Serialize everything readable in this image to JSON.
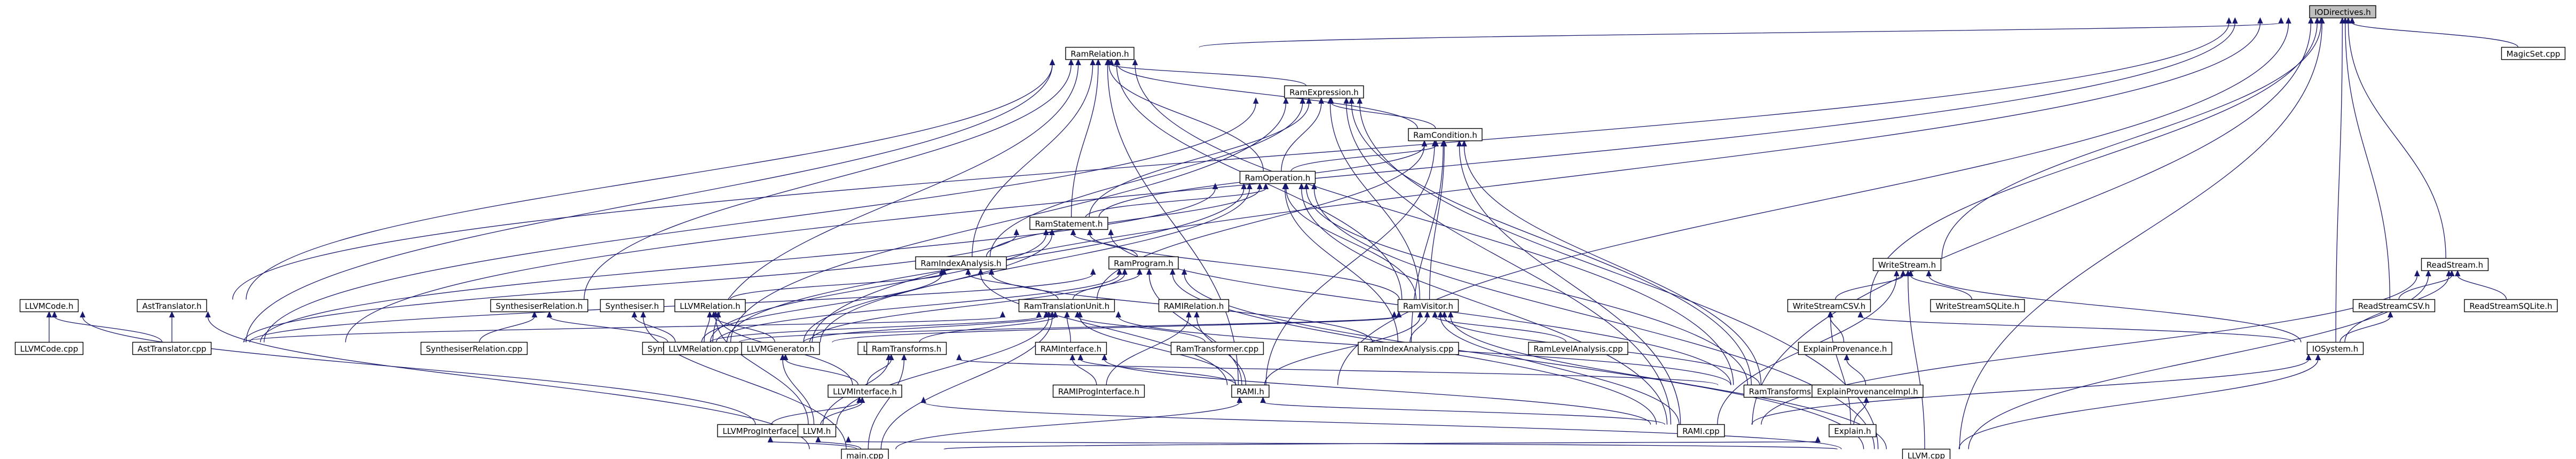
{
  "graph": {
    "nodes": [
      {
        "id": "io",
        "label": "IODirectives.h",
        "root": true
      },
      {
        "id": "ramrel",
        "label": "RamRelation.h"
      },
      {
        "id": "magicset",
        "label": "MagicSet.cpp"
      },
      {
        "id": "ramexpr",
        "label": "RamExpression.h"
      },
      {
        "id": "ramcond",
        "label": "RamCondition.h"
      },
      {
        "id": "ramop",
        "label": "RamOperation.h"
      },
      {
        "id": "ramstmt",
        "label": "RamStatement.h"
      },
      {
        "id": "ramidx",
        "label": "RamIndexAnalysis.h"
      },
      {
        "id": "ramprog",
        "label": "RamProgram.h"
      },
      {
        "id": "ramvisitor",
        "label": "RamVisitor.h"
      },
      {
        "id": "ramtu",
        "label": "RamTranslationUnit.h"
      },
      {
        "id": "rammrel",
        "label": "RAMIRelation.h"
      },
      {
        "id": "llvmcode",
        "label": "LLVMCode.h"
      },
      {
        "id": "llvmcodecpp",
        "label": "LLVMCode.cpp"
      },
      {
        "id": "asttrans",
        "label": "AstTranslator.h"
      },
      {
        "id": "asttranscpp",
        "label": "AstTranslator.cpp"
      },
      {
        "id": "synthrel",
        "label": "SynthesiserRelation.h"
      },
      {
        "id": "synthrelcpp",
        "label": "SynthesiserRelation.cpp"
      },
      {
        "id": "synth",
        "label": "Synthesiser.h"
      },
      {
        "id": "synthcpp",
        "label": "Synthesiser.cpp"
      },
      {
        "id": "llvmrel",
        "label": "LLVMRelation.h"
      },
      {
        "id": "llvmrelcpp",
        "label": "LLVMRelation.cpp"
      },
      {
        "id": "llvmgen",
        "label": "LLVMGenerator.h"
      },
      {
        "id": "llvmctx",
        "label": "LLVMContext.h"
      },
      {
        "id": "llvmiface",
        "label": "LLVMInterface.h"
      },
      {
        "id": "llvmprog",
        "label": "LLVMProgInterface.h"
      },
      {
        "id": "llvmh",
        "label": "LLVM.h"
      },
      {
        "id": "maincpp",
        "label": "main.cpp"
      },
      {
        "id": "llvmcpp",
        "label": "LLVM.cpp"
      },
      {
        "id": "ramtransforms",
        "label": "RamTransforms.h"
      },
      {
        "id": "ramtransformer",
        "label": "RamTransformer.cpp"
      },
      {
        "id": "ramiface",
        "label": "RAMInterface.h"
      },
      {
        "id": "ramproginterface",
        "label": "RAMIProgInterface.h"
      },
      {
        "id": "ramh",
        "label": "RAMI.h"
      },
      {
        "id": "ramcpp",
        "label": "RAMI.cpp"
      },
      {
        "id": "ramidxcpp",
        "label": "RamIndexAnalysis.cpp"
      },
      {
        "id": "ramlevel",
        "label": "RamLevelAnalysis.cpp"
      },
      {
        "id": "ramtranscpp",
        "label": "RamTransforms.cpp"
      },
      {
        "id": "write",
        "label": "WriteStream.h"
      },
      {
        "id": "writecsv",
        "label": "WriteStreamCSV.h"
      },
      {
        "id": "writesql",
        "label": "WriteStreamSQLite.h"
      },
      {
        "id": "explprov",
        "label": "ExplainProvenance.h"
      },
      {
        "id": "explprovimpl",
        "label": "ExplainProvenanceImpl.h"
      },
      {
        "id": "explain",
        "label": "Explain.h"
      },
      {
        "id": "read",
        "label": "ReadStream.h"
      },
      {
        "id": "readcsv",
        "label": "ReadStreamCSV.h"
      },
      {
        "id": "readsql",
        "label": "ReadStreamSQLite.h"
      },
      {
        "id": "iosys",
        "label": "IOSystem.h"
      }
    ],
    "edges": [
      [
        "ramrel",
        "io"
      ],
      [
        "magicset",
        "io"
      ],
      [
        "llvmcode",
        "io"
      ],
      [
        "asttranscpp",
        "io"
      ],
      [
        "synthcpp",
        "io"
      ],
      [
        "ramh",
        "io"
      ],
      [
        "ramcpp",
        "io"
      ],
      [
        "llvmcpp",
        "io"
      ],
      [
        "write",
        "io"
      ],
      [
        "writecsv",
        "io"
      ],
      [
        "read",
        "io"
      ],
      [
        "readcsv",
        "io"
      ],
      [
        "iosys",
        "io"
      ],
      [
        "ramexpr",
        "ramrel"
      ],
      [
        "ramcond",
        "ramrel"
      ],
      [
        "ramop",
        "ramrel"
      ],
      [
        "ramstmt",
        "ramrel"
      ],
      [
        "ramidx",
        "ramrel"
      ],
      [
        "ramvisitor",
        "ramrel"
      ],
      [
        "asttrans",
        "ramrel"
      ],
      [
        "synthrel",
        "ramrel"
      ],
      [
        "synthcpp",
        "ramrel"
      ],
      [
        "asttranscpp",
        "ramrel"
      ],
      [
        "ramtranscpp",
        "ramrel"
      ],
      [
        "ramh",
        "ramrel"
      ],
      [
        "ramcond",
        "ramexpr"
      ],
      [
        "ramop",
        "ramexpr"
      ],
      [
        "ramstmt",
        "ramexpr"
      ],
      [
        "ramvisitor",
        "ramexpr"
      ],
      [
        "ramidx",
        "ramexpr"
      ],
      [
        "synthcpp",
        "ramexpr"
      ],
      [
        "asttranscpp",
        "ramexpr"
      ],
      [
        "ramcpp",
        "ramexpr"
      ],
      [
        "llvmcpp",
        "ramexpr"
      ],
      [
        "ramtranscpp",
        "ramexpr"
      ],
      [
        "ramop",
        "ramcond"
      ],
      [
        "ramstmt",
        "ramcond"
      ],
      [
        "ramvisitor",
        "ramcond"
      ],
      [
        "ramidxcpp",
        "ramcond"
      ],
      [
        "ramtu",
        "ramcond"
      ],
      [
        "ramh",
        "ramcond"
      ],
      [
        "ramcpp",
        "ramcond"
      ],
      [
        "ramtranscpp",
        "ramcond"
      ],
      [
        "ramstmt",
        "ramop"
      ],
      [
        "ramvisitor",
        "ramop"
      ],
      [
        "ramidx",
        "ramop"
      ],
      [
        "synthcpp",
        "ramop"
      ],
      [
        "asttranscpp",
        "ramop"
      ],
      [
        "ramcpp",
        "ramop"
      ],
      [
        "llvmcpp",
        "ramop"
      ],
      [
        "ramidxcpp",
        "ramop"
      ],
      [
        "ramtranscpp",
        "ramop"
      ],
      [
        "llvmgen",
        "ramop"
      ],
      [
        "ramprog",
        "ramstmt"
      ],
      [
        "ramvisitor",
        "ramstmt"
      ],
      [
        "asttranscpp",
        "ramstmt"
      ],
      [
        "synthcpp",
        "ramstmt"
      ],
      [
        "llvmgen",
        "ramstmt"
      ],
      [
        "ramtranscpp",
        "ramstmt"
      ],
      [
        "ramtu",
        "ramidx"
      ],
      [
        "synthcpp",
        "ramidx"
      ],
      [
        "ramidxcpp",
        "ramidx"
      ],
      [
        "llvmrel",
        "ramidx"
      ],
      [
        "ramh",
        "ramidx"
      ],
      [
        "ramtu",
        "ramprog"
      ],
      [
        "synthcpp",
        "ramprog"
      ],
      [
        "asttranscpp",
        "ramprog"
      ],
      [
        "ramh",
        "ramprog"
      ],
      [
        "llvmgen",
        "ramprog"
      ],
      [
        "ramcpp",
        "ramprog"
      ],
      [
        "llvmcpp",
        "ramprog"
      ],
      [
        "ramidxcpp",
        "ramvisitor"
      ],
      [
        "ramlevel",
        "ramvisitor"
      ],
      [
        "ramtranscpp",
        "ramvisitor"
      ],
      [
        "synthcpp",
        "ramvisitor"
      ],
      [
        "llvmgen",
        "ramvisitor"
      ],
      [
        "ramcpp",
        "ramvisitor"
      ],
      [
        "llvmcpp",
        "ramvisitor"
      ],
      [
        "ramh",
        "ramvisitor"
      ],
      [
        "ramtransforms",
        "ramtu"
      ],
      [
        "ramtransformer",
        "ramtu"
      ],
      [
        "ramiface",
        "ramtu"
      ],
      [
        "ramh",
        "ramtu"
      ],
      [
        "synthcpp",
        "ramtu"
      ],
      [
        "llvmgen",
        "ramtu"
      ],
      [
        "llvmh",
        "ramtu"
      ],
      [
        "maincpp",
        "ramtu"
      ],
      [
        "asttranscpp",
        "ramtu"
      ],
      [
        "ramtranscpp",
        "ramtu"
      ],
      [
        "ramh",
        "rammrel"
      ],
      [
        "ramproginterface",
        "rammrel"
      ],
      [
        "llvmcodecpp",
        "llvmcode"
      ],
      [
        "asttranscpp",
        "llvmcode"
      ],
      [
        "llvmh",
        "llvmcode"
      ],
      [
        "asttranscpp",
        "asttrans"
      ],
      [
        "maincpp",
        "asttrans"
      ],
      [
        "synthcpp",
        "synthrel"
      ],
      [
        "synthrelcpp",
        "synthrel"
      ],
      [
        "synthcpp",
        "synth"
      ],
      [
        "maincpp",
        "synth"
      ],
      [
        "llvmrelcpp",
        "llvmrel"
      ],
      [
        "llvmgen",
        "llvmrel"
      ],
      [
        "llvmiface",
        "llvmrel"
      ],
      [
        "llvmh",
        "llvmrel"
      ],
      [
        "llvmiface",
        "llvmgen"
      ],
      [
        "llvmh",
        "llvmgen"
      ],
      [
        "llvmiface",
        "llvmctx"
      ],
      [
        "llvmh",
        "llvmctx"
      ],
      [
        "llvmh",
        "llvmiface"
      ],
      [
        "llvmprog",
        "llvmiface"
      ],
      [
        "llvmcpp",
        "llvmiface"
      ],
      [
        "maincpp",
        "llvmprog"
      ],
      [
        "maincpp",
        "llvmh"
      ],
      [
        "llvmcpp",
        "llvmh"
      ],
      [
        "maincpp",
        "ramtransforms"
      ],
      [
        "ramtranscpp",
        "ramtransforms"
      ],
      [
        "ramproginterface",
        "ramiface"
      ],
      [
        "ramh",
        "ramiface"
      ],
      [
        "ramcpp",
        "ramiface"
      ],
      [
        "maincpp",
        "ramh"
      ],
      [
        "ramcpp",
        "ramh"
      ],
      [
        "writecsv",
        "write"
      ],
      [
        "writesql",
        "write"
      ],
      [
        "ramcpp",
        "write"
      ],
      [
        "iosys",
        "write"
      ],
      [
        "llvmcpp",
        "write"
      ],
      [
        "explprov",
        "writecsv"
      ],
      [
        "explain",
        "writecsv"
      ],
      [
        "iosys",
        "writecsv"
      ],
      [
        "explprovimpl",
        "explprov"
      ],
      [
        "explain",
        "explprovimpl"
      ],
      [
        "maincpp",
        "explain"
      ],
      [
        "readcsv",
        "read"
      ],
      [
        "readsql",
        "read"
      ],
      [
        "iosys",
        "read"
      ],
      [
        "ramcpp",
        "read"
      ],
      [
        "llvmcpp",
        "read"
      ],
      [
        "iosys",
        "readcsv"
      ],
      [
        "ramcpp",
        "iosys"
      ],
      [
        "llvmcpp",
        "iosys"
      ]
    ]
  }
}
